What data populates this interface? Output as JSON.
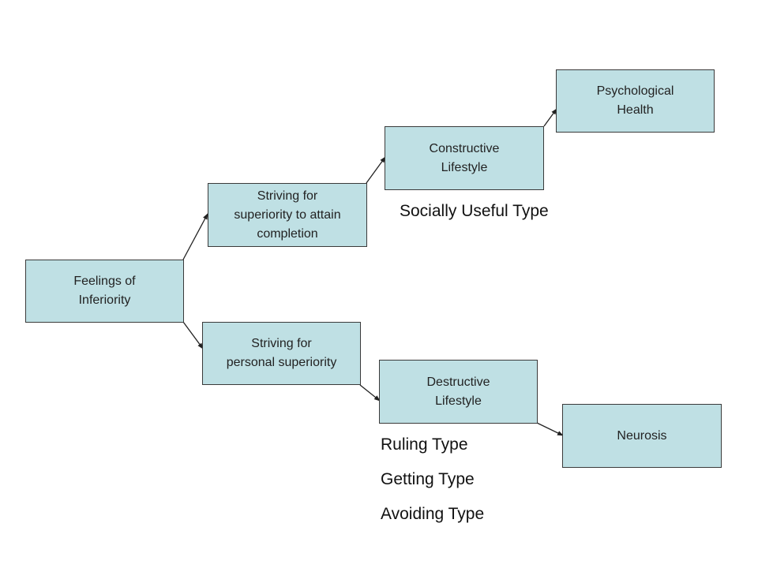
{
  "colors": {
    "node_fill": "#bfe0e4",
    "node_border": "#3a3a3a",
    "arrow": "#222222"
  },
  "nodes": {
    "feelings_of_inferiority": "Feelings of\nInferiority",
    "striving_completion": "Striving for\nsuperiority to attain\ncompletion",
    "striving_personal": "Striving for\npersonal superiority",
    "constructive_lifestyle": "Constructive\nLifestyle",
    "destructive_lifestyle": "Destructive\nLifestyle",
    "psychological_health": "Psychological\nHealth",
    "neurosis": "Neurosis"
  },
  "labels": {
    "socially_useful_type": "Socially Useful Type",
    "ruling_type": "Ruling Type",
    "getting_type": "Getting Type",
    "avoiding_type": "Avoiding Type"
  },
  "edges": [
    {
      "from": "feelings_of_inferiority",
      "to": "striving_completion"
    },
    {
      "from": "feelings_of_inferiority",
      "to": "striving_personal"
    },
    {
      "from": "striving_completion",
      "to": "constructive_lifestyle"
    },
    {
      "from": "constructive_lifestyle",
      "to": "psychological_health"
    },
    {
      "from": "striving_personal",
      "to": "destructive_lifestyle"
    },
    {
      "from": "destructive_lifestyle",
      "to": "neurosis"
    }
  ]
}
